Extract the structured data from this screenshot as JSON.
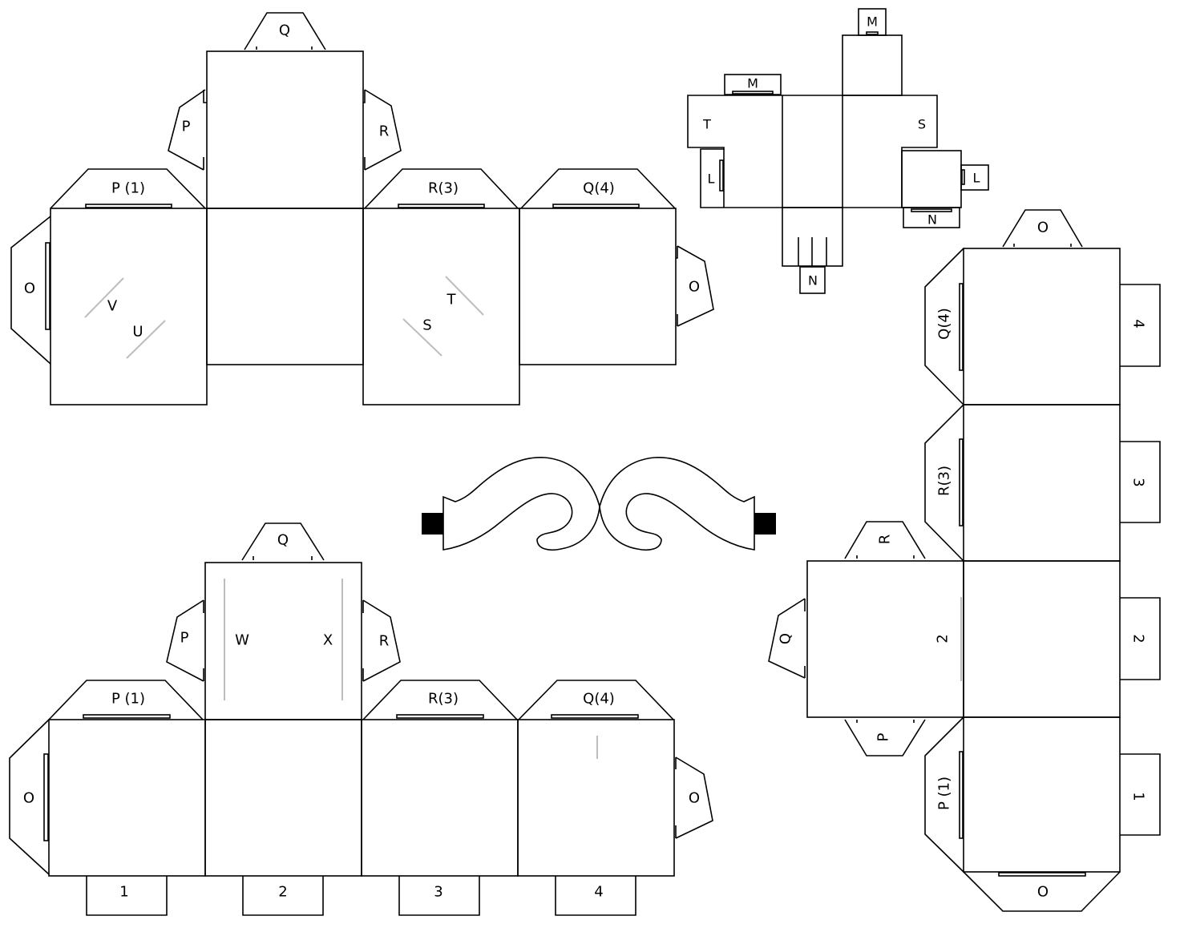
{
  "net_a": {
    "top_tab": "Q",
    "left_side_tab": "P",
    "right_side_tab": "R",
    "flap_1": "P (1)",
    "flap_2": "R(3)",
    "flap_3": "Q(4)",
    "left_end_tab": "O",
    "right_end_tab": "O",
    "slit_labels": [
      "V",
      "U",
      "S",
      "T"
    ]
  },
  "net_b": {
    "top_tab": "Q",
    "left_side_tab": "P",
    "right_side_tab": "R",
    "fold_labels": [
      "W",
      "X"
    ],
    "flap_1": "P (1)",
    "flap_2": "R(3)",
    "flap_3": "Q(4)",
    "left_end_tab": "O",
    "right_end_tab": "O",
    "bottom_tabs": [
      "1",
      "2",
      "3",
      "4"
    ]
  },
  "net_c": {
    "tab_top_left": "M",
    "tab_top_right": "M",
    "face_left": "T",
    "face_right": "S",
    "tab_left": "L",
    "tab_right": "L",
    "tab_bottom_right": "N",
    "tab_bottom": "N"
  },
  "net_d": {
    "top_tab": "O",
    "side_flaps": [
      "Q(4)",
      "R(3)",
      "P (1)"
    ],
    "right_tabs": [
      "4",
      "3",
      "2",
      "1"
    ],
    "extra_face_label": "2",
    "extra_top_tab": "R",
    "extra_left_tab": "Q",
    "extra_bottom_tab": "P",
    "bottom_tab": "O"
  }
}
